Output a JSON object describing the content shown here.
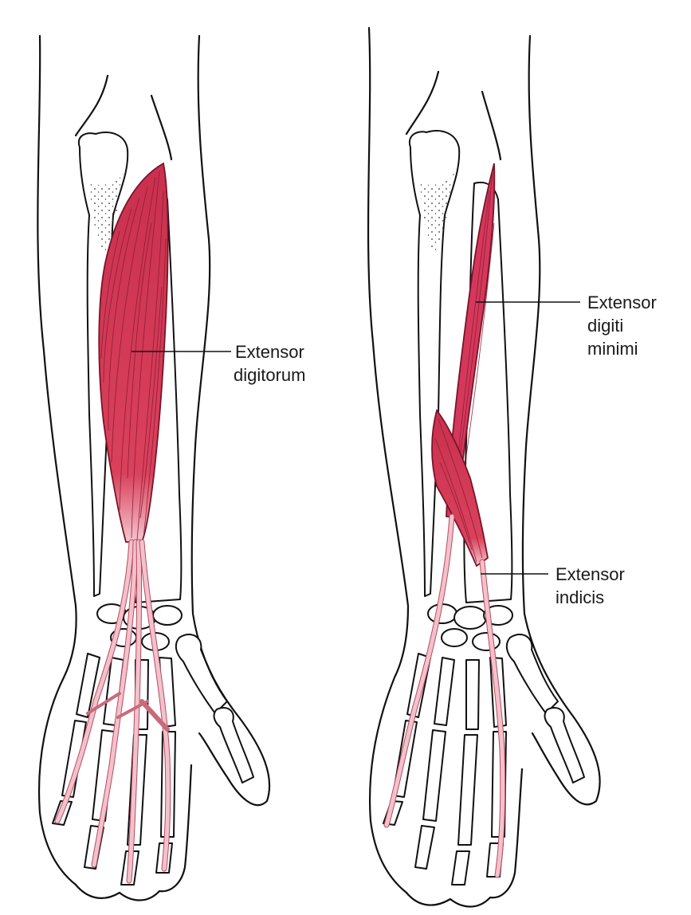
{
  "panels": {
    "left": {
      "label_line1": "Extensor",
      "label_line2": "digitorum"
    },
    "right": {
      "upper_label_line1": "Extensor",
      "upper_label_line2": "digiti",
      "upper_label_line3": "minimi",
      "lower_label_line1": "Extensor",
      "lower_label_line2": "indicis"
    }
  },
  "colors": {
    "muscle": "#d9415c",
    "muscle_dark": "#9e1f38",
    "tendon": "#f2c2cc",
    "outline": "#111111"
  }
}
